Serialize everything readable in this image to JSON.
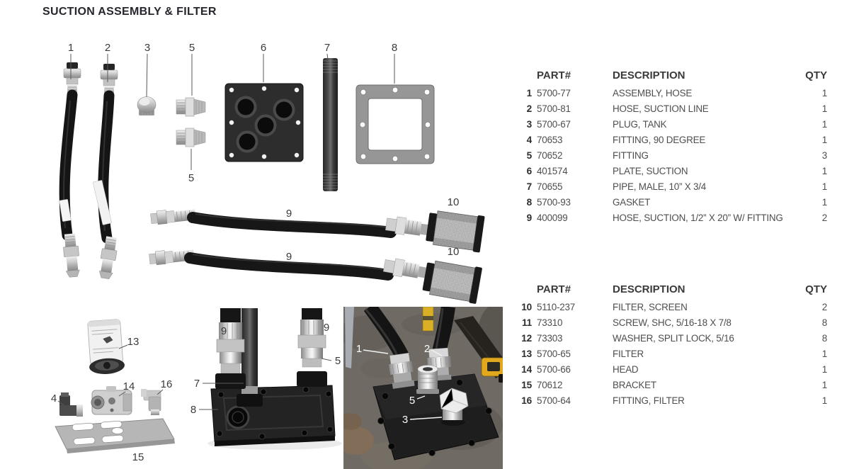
{
  "page_title": "SUCTION ASSEMBLY & FILTER",
  "colors": {
    "title_text": "#26262e",
    "table_header_text": "#3a3a3a",
    "table_body_text": "#4e4e4e",
    "callout_text": "#3b3b3b",
    "photo_callout_text": "#ffffff"
  },
  "tables": [
    {
      "headers": {
        "part": "PART#",
        "description": "DESCRIPTION",
        "qty": "QTY"
      },
      "rows": [
        {
          "item": "1",
          "part": "5700-77",
          "description": "ASSEMBLY, HOSE",
          "qty": "1"
        },
        {
          "item": "2",
          "part": "5700-81",
          "description": "HOSE, SUCTION LINE",
          "qty": "1"
        },
        {
          "item": "3",
          "part": "5700-67",
          "description": "PLUG, TANK",
          "qty": "1"
        },
        {
          "item": "4",
          "part": "70653",
          "description": "FITTING, 90 DEGREE",
          "qty": "1"
        },
        {
          "item": "5",
          "part": "70652",
          "description": "FITTING",
          "qty": "3"
        },
        {
          "item": "6",
          "part": "401574",
          "description": "PLATE, SUCTION",
          "qty": "1"
        },
        {
          "item": "7",
          "part": "70655",
          "description": "PIPE, MALE, 10” X 3/4",
          "qty": "1"
        },
        {
          "item": "8",
          "part": "5700-93",
          "description": "GASKET",
          "qty": "1"
        },
        {
          "item": "9",
          "part": "400099",
          "description": "HOSE, SUCTION, 1/2” X 20” W/ FITTING",
          "qty": "2"
        }
      ]
    },
    {
      "headers": {
        "part": "PART#",
        "description": "DESCRIPTION",
        "qty": "QTY"
      },
      "rows": [
        {
          "item": "10",
          "part": "5110-237",
          "description": "FILTER, SCREEN",
          "qty": "2"
        },
        {
          "item": "11",
          "part": "73310",
          "description": "SCREW, SHC, 5/16-18 X 7/8",
          "qty": "8"
        },
        {
          "item": "12",
          "part": "73303",
          "description": "WASHER, SPLIT LOCK, 5/16",
          "qty": "8"
        },
        {
          "item": "13",
          "part": "5700-65",
          "description": "FILTER",
          "qty": "1"
        },
        {
          "item": "14",
          "part": "5700-66",
          "description": "HEAD",
          "qty": "1"
        },
        {
          "item": "15",
          "part": "70612",
          "description": "BRACKET",
          "qty": "1"
        },
        {
          "item": "16",
          "part": "5700-64",
          "description": "FITTING, FILTER",
          "qty": "1"
        }
      ]
    }
  ],
  "callouts": [
    "1",
    "2",
    "3",
    "5",
    "6",
    "7",
    "8",
    "5",
    "9",
    "10",
    "9",
    "10",
    "13",
    "4",
    "14",
    "16",
    "15",
    "9",
    "9",
    "5",
    "7",
    "8",
    "1",
    "2",
    "5",
    "3"
  ]
}
